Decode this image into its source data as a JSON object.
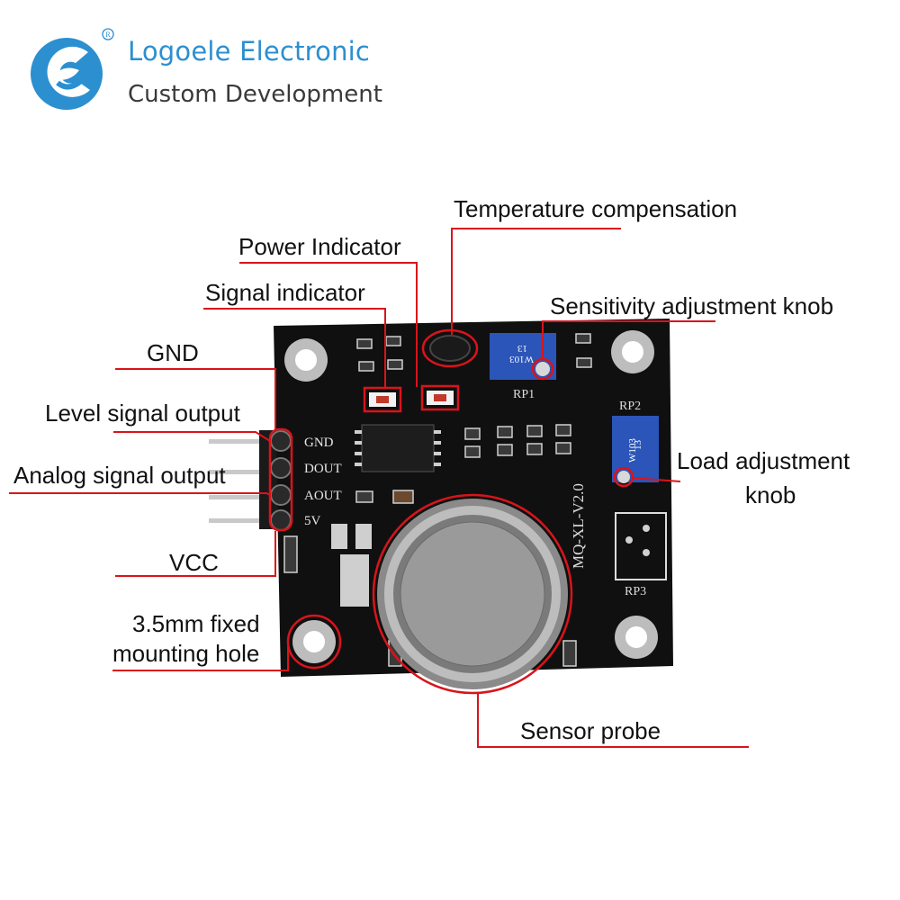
{
  "brand": {
    "name": "Logoele Electronic",
    "tagline": "Custom Development",
    "registered_mark": "R",
    "color": "#2b8fd0"
  },
  "board": {
    "pins": [
      "GND",
      "DOUT",
      "AOUT",
      "5V"
    ],
    "model": "MQ-XL-V2.0",
    "pot_labels": [
      "RP1",
      "RP2",
      "RP3"
    ],
    "pot_codes": [
      "W103",
      "W103"
    ],
    "pot_numbers": [
      "13",
      "13"
    ],
    "board_color": "#111111",
    "pot_color": "#2b55b8"
  },
  "callouts": {
    "temperature": "Temperature compensation",
    "power": "Power Indicator",
    "signal": "Signal indicator",
    "sensitivity": "Sensitivity adjustment knob",
    "gnd": "GND",
    "level": "Level signal output",
    "analog": "Analog signal output",
    "load_line1": "Load adjustment",
    "load_line2": "knob",
    "vcc": "VCC",
    "hole_line1": "3.5mm fixed",
    "hole_line2": "mounting hole",
    "probe": "Sensor probe",
    "line_color": "#d9141b"
  }
}
